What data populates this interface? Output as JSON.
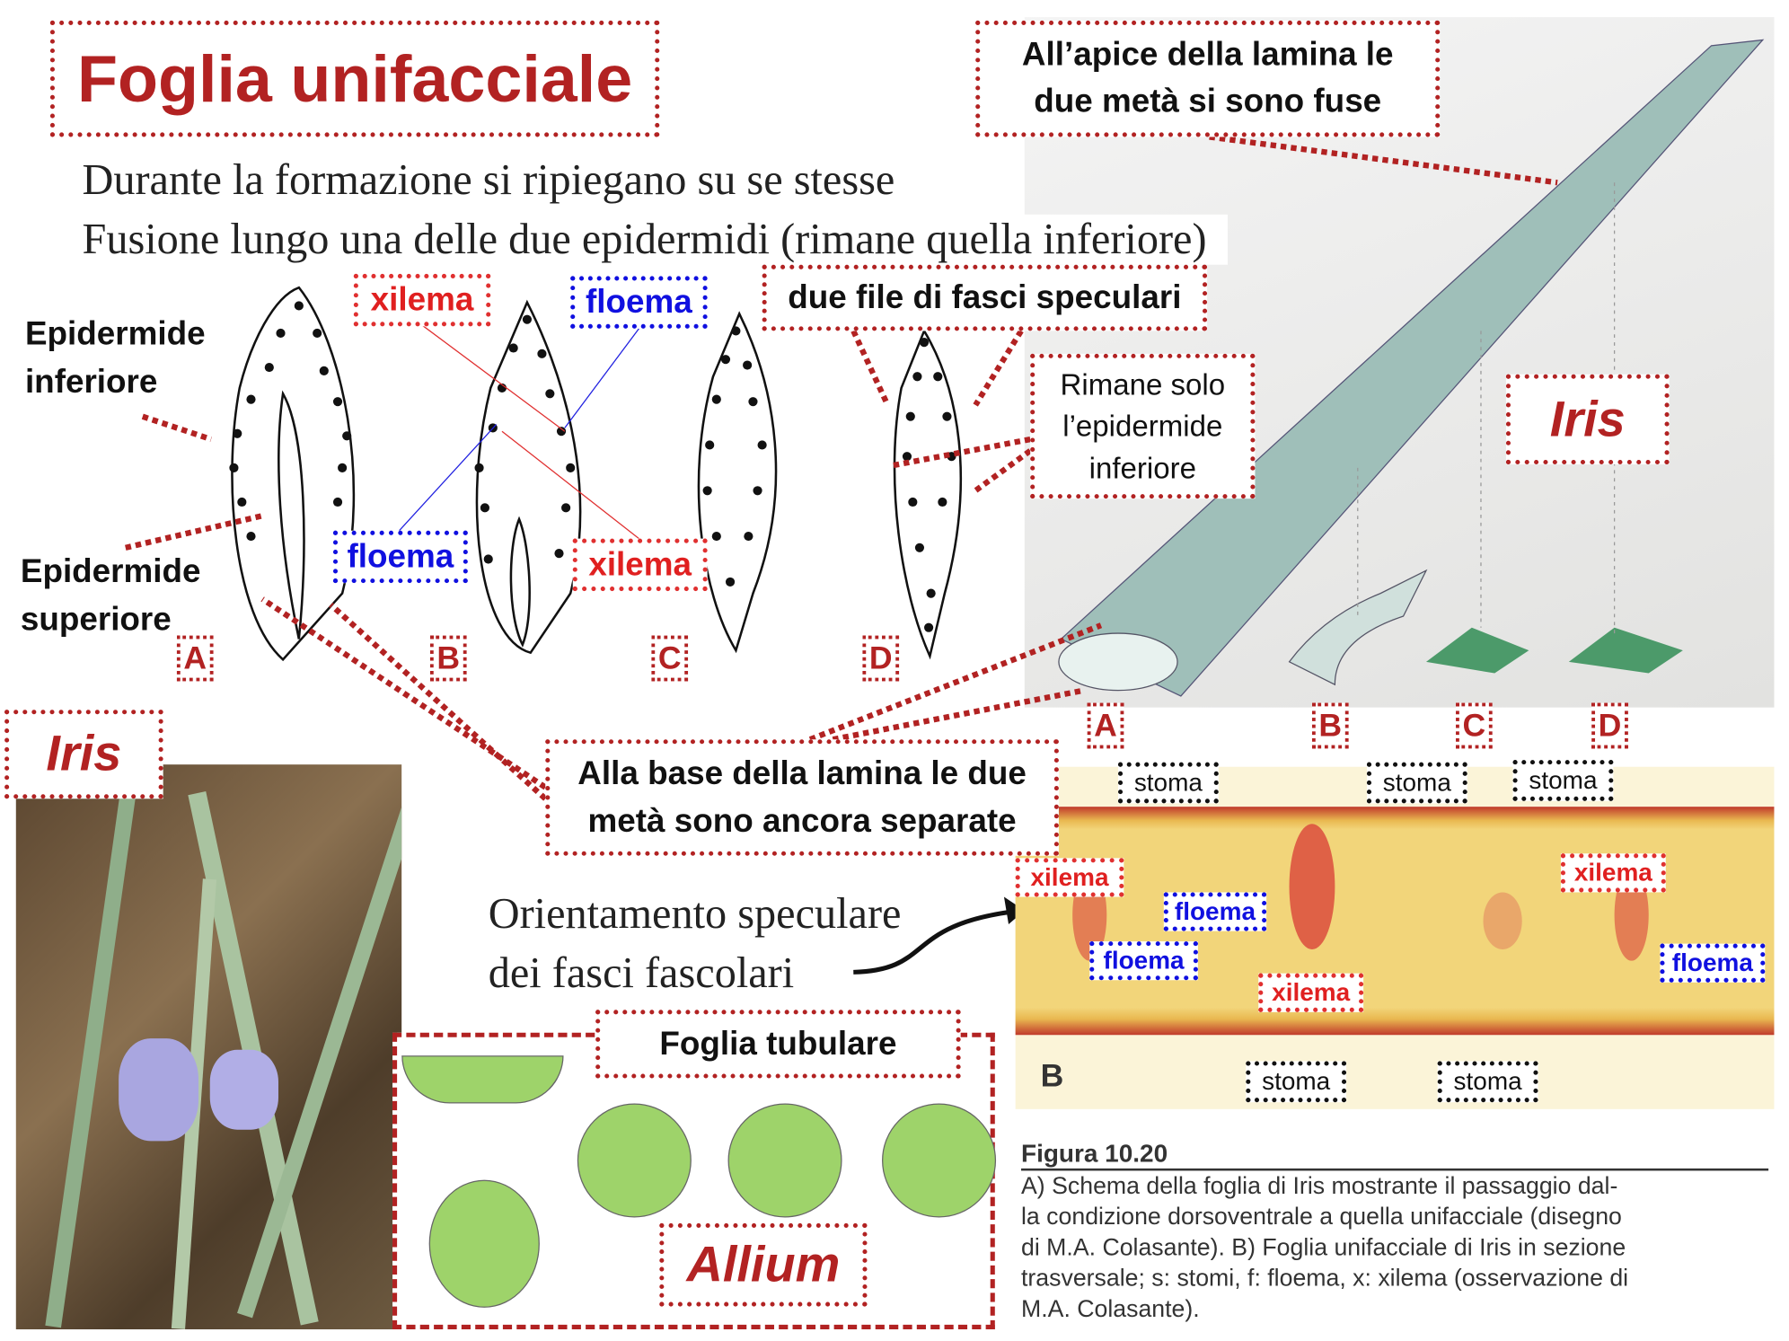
{
  "title": "Foglia unifacciale",
  "apex_note": [
    "All’apice della lamina le",
    "due metà si sono fuse"
  ],
  "intro_lines": [
    "Durante la formazione si ripiegano su se stesse",
    "Fusione lungo una delle due epidermidi (rimane quella inferiore)"
  ],
  "labels": {
    "epidermide_inferiore": [
      "Epidermide",
      "inferiore"
    ],
    "epidermide_superiore": [
      "Epidermide",
      "superiore"
    ],
    "xilema": "xilema",
    "floema": "floema",
    "due_file": "due file di fasci speculari",
    "rimane": [
      "Rimane solo",
      "l’epidermide",
      "inferiore"
    ],
    "iris": "Iris",
    "base_note": [
      "Alla base della lamina le due",
      "metà sono ancora separate"
    ],
    "orientamento": [
      "Orientamento speculare",
      "dei fasci fascolari"
    ],
    "foglia_tubulare": "Foglia tubulare",
    "allium": "Allium",
    "stoma": "stoma",
    "section_b": "B"
  },
  "stage_letters": [
    "A",
    "B",
    "C",
    "D"
  ],
  "caption": {
    "title": "Figura 10.20",
    "lines": [
      "A) Schema della foglia di Iris mostrante il passaggio dal-",
      "la condizione dorsoventrale a quella unifacciale (disegno",
      "di M.A. Colasante). B) Foglia unifacciale di Iris in sezione",
      "trasversale; s: stomi, f: floema, x: xilema (osservazione di",
      "M.A. Colasante)."
    ]
  },
  "colors": {
    "accent_red": "#b22222",
    "xylem_red": "#e02020",
    "phloem_blue": "#1010e0",
    "section_yellow": "#f2d57a"
  }
}
